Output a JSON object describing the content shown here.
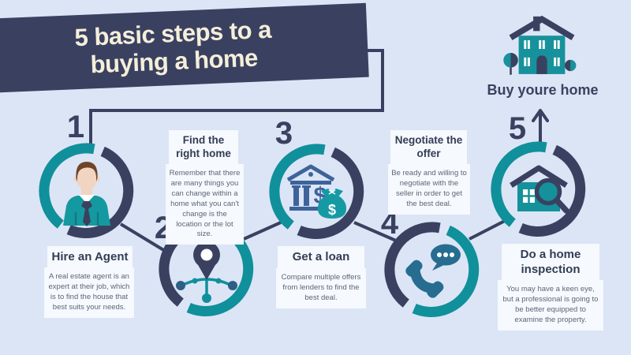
{
  "banner": {
    "title_line1": "5 basic steps to a",
    "title_line2": "buying a home"
  },
  "goal": {
    "label": "Buy youre home",
    "icon": "house-icon"
  },
  "steps": [
    {
      "number": "1",
      "title": "Hire an Agent",
      "description": "A real estate agent is an expert at their job, which is to find the house that best suits your needs.",
      "icon": "agent-icon"
    },
    {
      "number": "2",
      "title": "Find the right home",
      "description": "Remember that there are many things you can change within a home what you can't change is the location or the lot size.",
      "icon": "location-pin-network-icon"
    },
    {
      "number": "3",
      "title": "Get a loan",
      "description": "Compare multiple offers from lenders to find the best deal.",
      "icon": "bank-loan-icon"
    },
    {
      "number": "4",
      "title": "Negotiate the offer",
      "description": "Be ready and willing to negotiate with the seller in order to get the best deal.",
      "icon": "phone-chat-icon"
    },
    {
      "number": "5",
      "title": "Do a home inspection",
      "description": "You may have a keen eye, but a professional is going to be better equipped to examine the property.",
      "icon": "home-inspection-icon"
    }
  ],
  "colors": {
    "navy": "#3a4160",
    "teal": "#10909b",
    "bank_blue": "#3e639b",
    "phone_blue": "#276d90",
    "background": "#dce5f6",
    "banner_text": "#f5eeda",
    "box_background": "#f6f9fd",
    "description_text": "#5d6678"
  }
}
